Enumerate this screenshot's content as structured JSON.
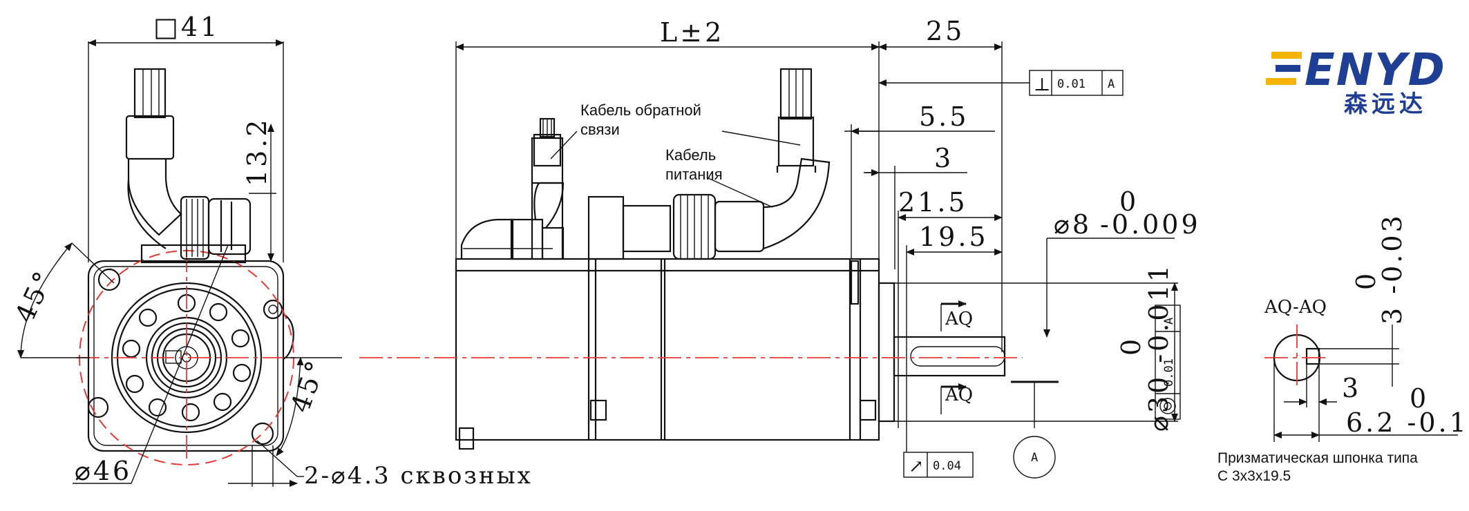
{
  "logo": {
    "text": "ENYD",
    "cn": "森远达",
    "color": "#1e3f93",
    "accent": "#f5b400"
  },
  "front_view": {
    "flange": "□41",
    "cable_offset": "13.2",
    "angle_top": "45°",
    "angle_bottom": "45°",
    "pilot_diameter": "⌀46",
    "holes": "2-⌀4.3 сквозных"
  },
  "side_view": {
    "length": "L±2",
    "shaft_length": "25",
    "d_5_5": "5.5",
    "d_3": "3",
    "d_21_5": "21.5",
    "d_19_5": "19.5",
    "shaft_dia_label": "⌀8",
    "shaft_dia_upper": "0",
    "shaft_dia_lower": "-0.009",
    "pilot_label": "⌀30",
    "pilot_upper": "0",
    "pilot_lower": "-0.011",
    "feedback_cable": [
      "Кабель обратной",
      "связи"
    ],
    "power_cable": [
      "Кабель",
      "питания"
    ],
    "section_mark": "AQ",
    "perp_tol": {
      "symbol": "⊥",
      "value": "0.01",
      "datum": "A"
    },
    "runout_tol": {
      "symbol": "↗",
      "value": "0.04"
    },
    "pos_tol": {
      "symbol": "⌀",
      "value": "0.01",
      "datum": "A"
    },
    "datum": "A"
  },
  "section_view": {
    "title": "AQ-AQ",
    "key_depth_upper": "0",
    "key_depth_lower": "3 -0.03",
    "key_width": "3",
    "depth_upper": "0",
    "depth_label": "6.2 -0.1",
    "caption": [
      "Призматическая шпонка типа",
      "C 3x3x19.5"
    ]
  }
}
